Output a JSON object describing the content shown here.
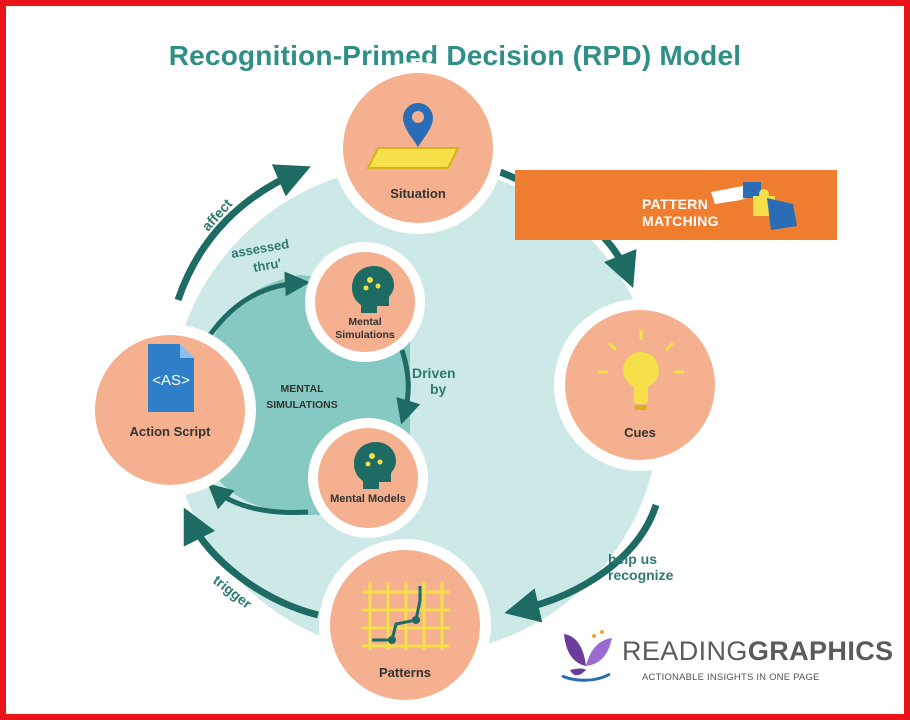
{
  "title": "Recognition-Primed Decision (RPD) Model",
  "nodes": {
    "situation": "Situation",
    "cues": "Cues",
    "patterns": "Patterns",
    "action_script": "Action Script",
    "mental_simulations_line1": "Mental",
    "mental_simulations_line2": "Simulations",
    "mental_models": "Mental Models"
  },
  "script_icon_text": "<AS>",
  "inner_area": {
    "line1": "MENTAL",
    "line2": "SIMULATIONS"
  },
  "arrows": {
    "affect": "affect",
    "assessed_line1": "assessed",
    "assessed_line2": "thru'",
    "driven_line1": "Driven",
    "driven_line2": "by",
    "help_line1": "help us",
    "help_line2": "recognize",
    "trigger": "trigger"
  },
  "banner": {
    "line1": "PATTERN",
    "line2": "MATCHING"
  },
  "brand": {
    "name_light": "READING",
    "name_bold": "GRAPHICS",
    "tagline": "ACTIONABLE INSIGHTS IN ONE PAGE"
  },
  "colors": {
    "teal_dark": "#1e6b64",
    "teal_light": "#cde9e7",
    "teal_mid": "#7cc2bb",
    "node_fill": "#f4b08f",
    "title": "#2f8f86",
    "banner": "#ef7d2f",
    "frame": "#e8141a"
  }
}
